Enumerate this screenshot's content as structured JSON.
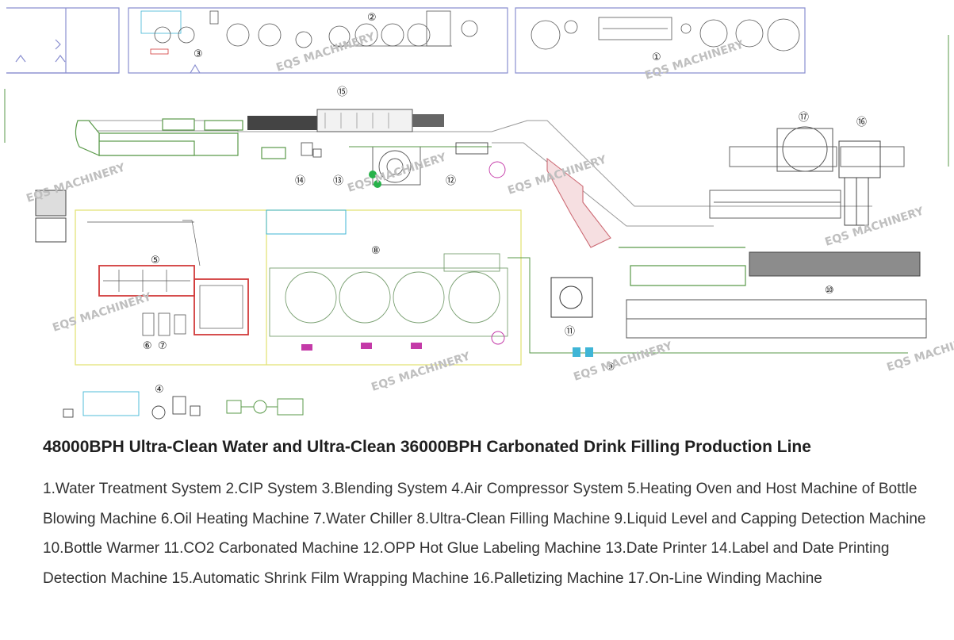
{
  "diagram": {
    "markers": [
      "①",
      "②",
      "③",
      "④",
      "⑤",
      "⑥",
      "⑦",
      "⑧",
      "⑨",
      "⑩",
      "⑪",
      "⑫",
      "⑬",
      "⑭",
      "⑮",
      "⑯",
      "⑰"
    ],
    "numbers": [
      "14",
      "13",
      "12"
    ],
    "watermark": "EQS MACHINERY"
  },
  "title": "48000BPH Ultra-Clean Water and Ultra-Clean 36000BPH Carbonated Drink Filling Production Line",
  "description": "1.Water Treatment System 2.CIP System 3.Blending System 4.Air Compressor System 5.Heating Oven and Host Machine of Bottle Blowing Machine 6.Oil Heating Machine 7.Water Chiller 8.Ultra-Clean Filling Machine 9.Liquid Level and Capping Detection Machine 10.Bottle Warmer 11.CO2 Carbonated Machine 12.OPP Hot Glue Labeling Machine 13.Date Printer 14.Label and Date Printing Detection Machine 15.Automatic Shrink Film Wrapping Machine 16.Palletizing Machine 17.On-Line Winding Machine",
  "colors": {
    "wall": "#8a8fd0",
    "conveyor_green": "#5a9a4a",
    "conveyor_pink": "#cc6a74",
    "yellow_zone": "#e3e37a",
    "red_frame": "#d23a3a",
    "cyan": "#3fb5d6",
    "magenta": "#c43aa8"
  }
}
